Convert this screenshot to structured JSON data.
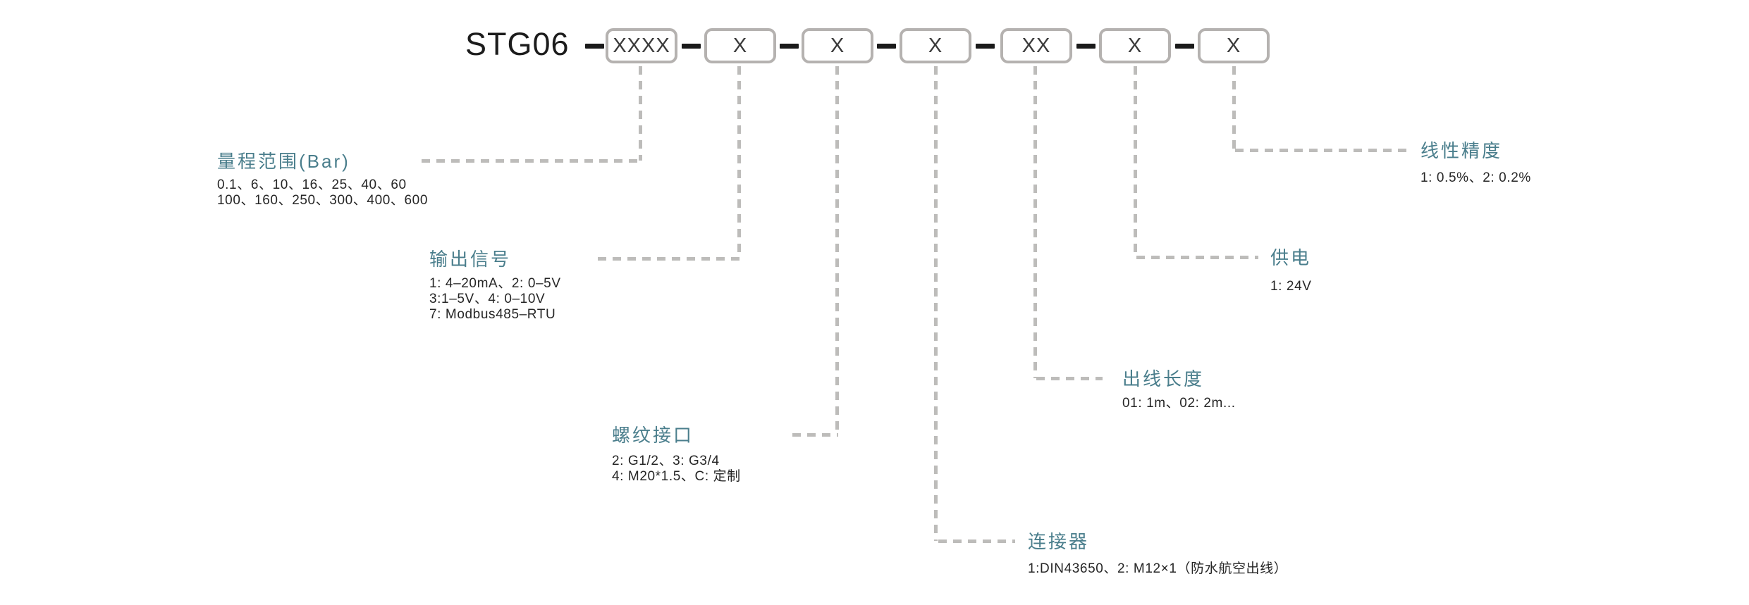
{
  "model": {
    "prefix": "STG06"
  },
  "boxes": [
    {
      "label": "XXXX"
    },
    {
      "label": "X"
    },
    {
      "label": "X"
    },
    {
      "label": "X"
    },
    {
      "label": "XX"
    },
    {
      "label": "X"
    },
    {
      "label": "X"
    }
  ],
  "fields": [
    {
      "title": "量程范围(Bar)",
      "lines": [
        "0.1、6、10、16、25、40、60",
        "100、160、250、300、400、600"
      ]
    },
    {
      "title": "输出信号",
      "lines": [
        "1: 4–20mA、2: 0–5V",
        "3:1–5V、4: 0–10V",
        "7: Modbus485–RTU"
      ]
    },
    {
      "title": "螺纹接口",
      "lines": [
        "2: G1/2、3: G3/4",
        "4: M20*1.5、C: 定制"
      ]
    },
    {
      "title": "连接器",
      "lines": [
        "1:DIN43650、2: M12×1（防水航空出线）"
      ]
    },
    {
      "title": "出线长度",
      "lines": [
        "01: 1m、02: 2m..."
      ]
    },
    {
      "title": "供电",
      "lines": [
        "1: 24V"
      ]
    },
    {
      "title": "线性精度",
      "lines": [
        "1: 0.5%、2: 0.2%"
      ]
    }
  ],
  "colors": {
    "accent": "#4a7e8c",
    "text": "#262626",
    "box_border": "#b5b2b0",
    "lead_line": "#bdbcba",
    "code_dash": "#1a1a1a"
  }
}
